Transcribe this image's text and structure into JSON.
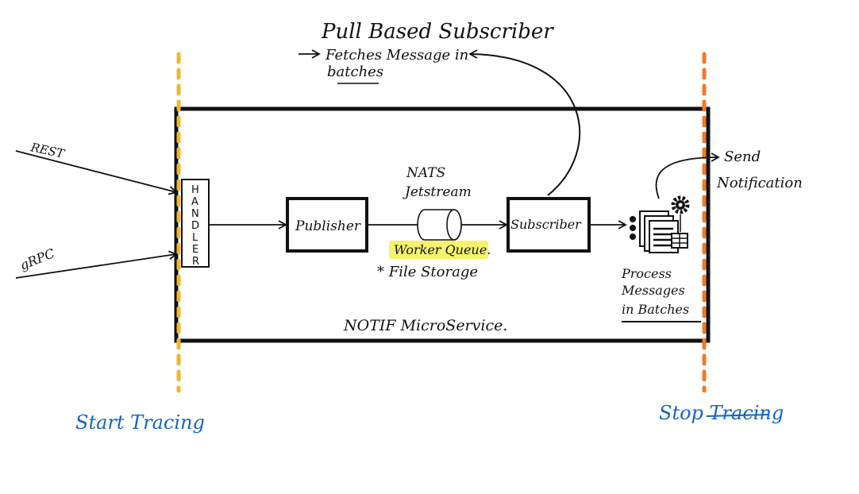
{
  "top_note": {
    "title": "Pull Based Subscriber",
    "line2": "Fetches Message in",
    "line3": "batches"
  },
  "inputs": {
    "rest": "REST",
    "grpc": "gRPC"
  },
  "handler": {
    "letters": [
      "H",
      "A",
      "N",
      "D",
      "L",
      "E",
      "R"
    ]
  },
  "publisher": {
    "label": "Publisher"
  },
  "queue": {
    "title_line1": "NATS",
    "title_line2": "Jetstream",
    "highlight": "Worker Queue.",
    "note": "* File Storage"
  },
  "subscriber": {
    "label": "Subscriber"
  },
  "processor": {
    "line1": "Process",
    "line2": "Messages",
    "line3": "in Batches"
  },
  "output": {
    "line1": "Send",
    "line2": "Notification"
  },
  "service": {
    "label": "NOTIF MicroService."
  },
  "tracing": {
    "start": "Start Tracing",
    "stop": "Stop Tracing"
  },
  "colors": {
    "start_line": "#f6b52a",
    "stop_line": "#f07a2a",
    "tracing_text": "#1565c0",
    "highlight": "#f4f36a",
    "ink": "#111111"
  }
}
